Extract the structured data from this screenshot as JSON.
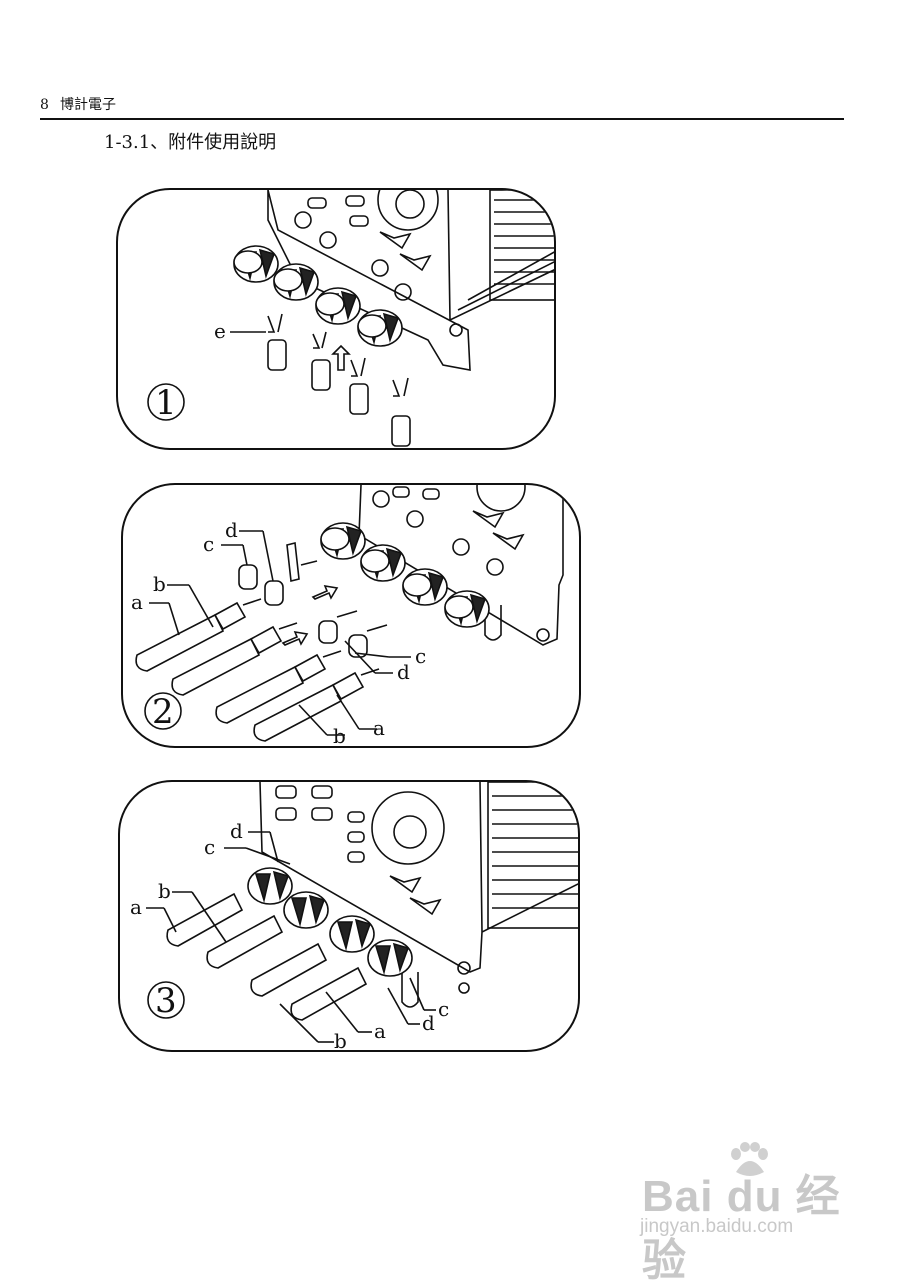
{
  "header": {
    "page_number": "8",
    "company": "博計電子"
  },
  "section_title": "1-3.1、附件使用說明",
  "figures": [
    {
      "number": "1",
      "labels": {
        "e": "e"
      }
    },
    {
      "number": "2",
      "labels": {
        "a_top": "a",
        "b_top": "b",
        "c_top": "c",
        "d_top": "d",
        "c_right": "c",
        "d_right": "d",
        "b_bottom": "b",
        "a_bottom": "a"
      }
    },
    {
      "number": "3",
      "labels": {
        "a_top": "a",
        "b_top": "b",
        "c_top": "c",
        "d_top": "d",
        "b_bottom": "b",
        "a_bottom": "a",
        "d_bottom": "d",
        "c_bottom": "c"
      }
    }
  ],
  "watermark": {
    "logo": "Bai du 经验",
    "url": "jingyan.baidu.com"
  }
}
